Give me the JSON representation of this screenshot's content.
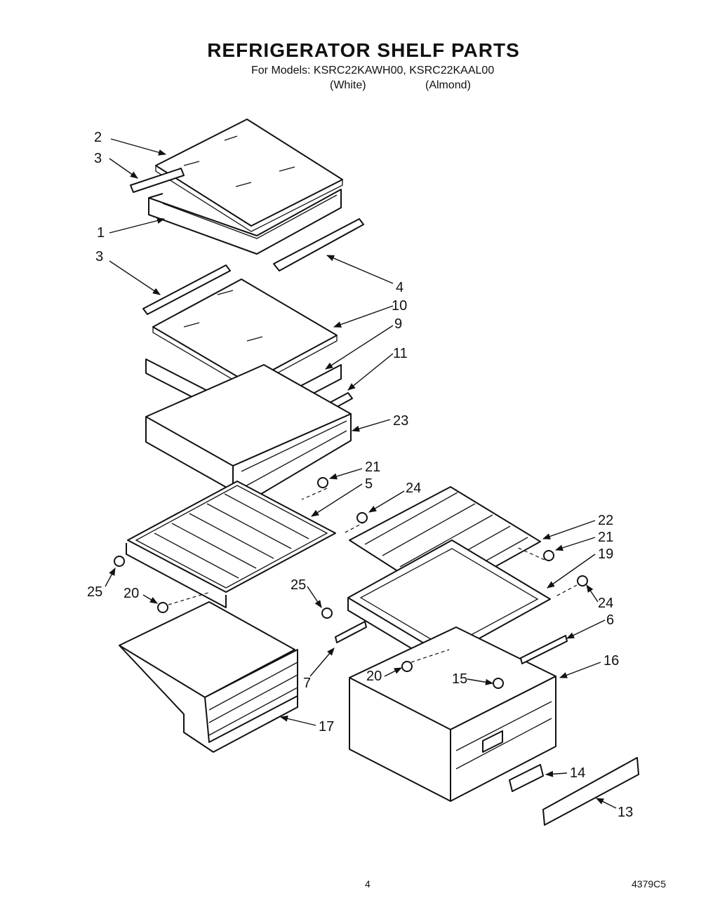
{
  "title": "REFRIGERATOR SHELF PARTS",
  "models_line": "For Models: KSRC22KAWH00, KSRC22KAAL00",
  "variants": [
    "(White)",
    "(Almond)"
  ],
  "callouts": [
    "2",
    "3",
    "1",
    "3",
    "4",
    "10",
    "9",
    "11",
    "23",
    "21",
    "5",
    "24",
    "22",
    "21",
    "19",
    "25",
    "20",
    "25",
    "24",
    "6",
    "16",
    "7",
    "20",
    "15",
    "17",
    "14",
    "13"
  ],
  "footer": {
    "page": "4",
    "code": "4379C5"
  }
}
